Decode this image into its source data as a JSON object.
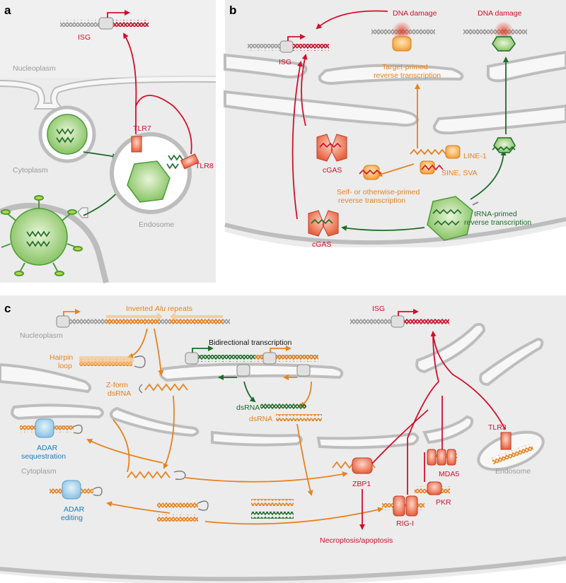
{
  "colors": {
    "red": "#d0102b",
    "orange": "#e8821e",
    "green": "#1e6b2a",
    "blue": "#1a7dbf",
    "cell_gray": "#ececec",
    "membrane_gray": "#bdbdbd"
  },
  "panel_a": {
    "letter": "a",
    "isg": "ISG",
    "nucleoplasm": "Nucleoplasm",
    "cytoplasm": "Cytoplasm",
    "tlr7": "TLR7",
    "tlr8": "TLR8",
    "endosome": "Endosome"
  },
  "panel_b": {
    "letter": "b",
    "dna_damage_1": "DNA damage",
    "dna_damage_2": "DNA damage",
    "isg": "ISG",
    "target_primed_1": "Target-primed",
    "target_primed_2": "reverse transcription",
    "line1": "LINE-1",
    "sine_sva": "SINE, SVA",
    "cgas_1": "cGAS",
    "cgas_2": "cGAS",
    "self_primed_1": "Self- or otherwise-primed",
    "self_primed_2": "reverse transcription",
    "trna_primed_1": "tRNA-primed",
    "trna_primed_2": "reverse transcription"
  },
  "panel_c": {
    "letter": "c",
    "inverted_alu_pre": "Inverted ",
    "inverted_alu_em": "Alu",
    "inverted_alu_post": " repeats",
    "nucleoplasm": "Nucleoplasm",
    "isg": "ISG",
    "hairpin_1": "Hairpin",
    "hairpin_2": "loop",
    "bidirectional": "Bidirectional transcription",
    "zform_1": "Z-form",
    "zform_2": "dsRNA",
    "dsrna_1": "dsRNA",
    "dsrna_2": "dsRNA",
    "adar_seq_1": "ADAR",
    "adar_seq_2": "sequestration",
    "cytoplasm": "Cytoplasm",
    "adar_edit_1": "ADAR",
    "adar_edit_2": "editing",
    "tlr3": "TLR3",
    "endosome": "Endosome",
    "zbp1": "ZBP1",
    "mda5": "MDA5",
    "pkr": "PKR",
    "rigi": "RIG-I",
    "necroptosis": "Necroptosis/apoptosis"
  }
}
